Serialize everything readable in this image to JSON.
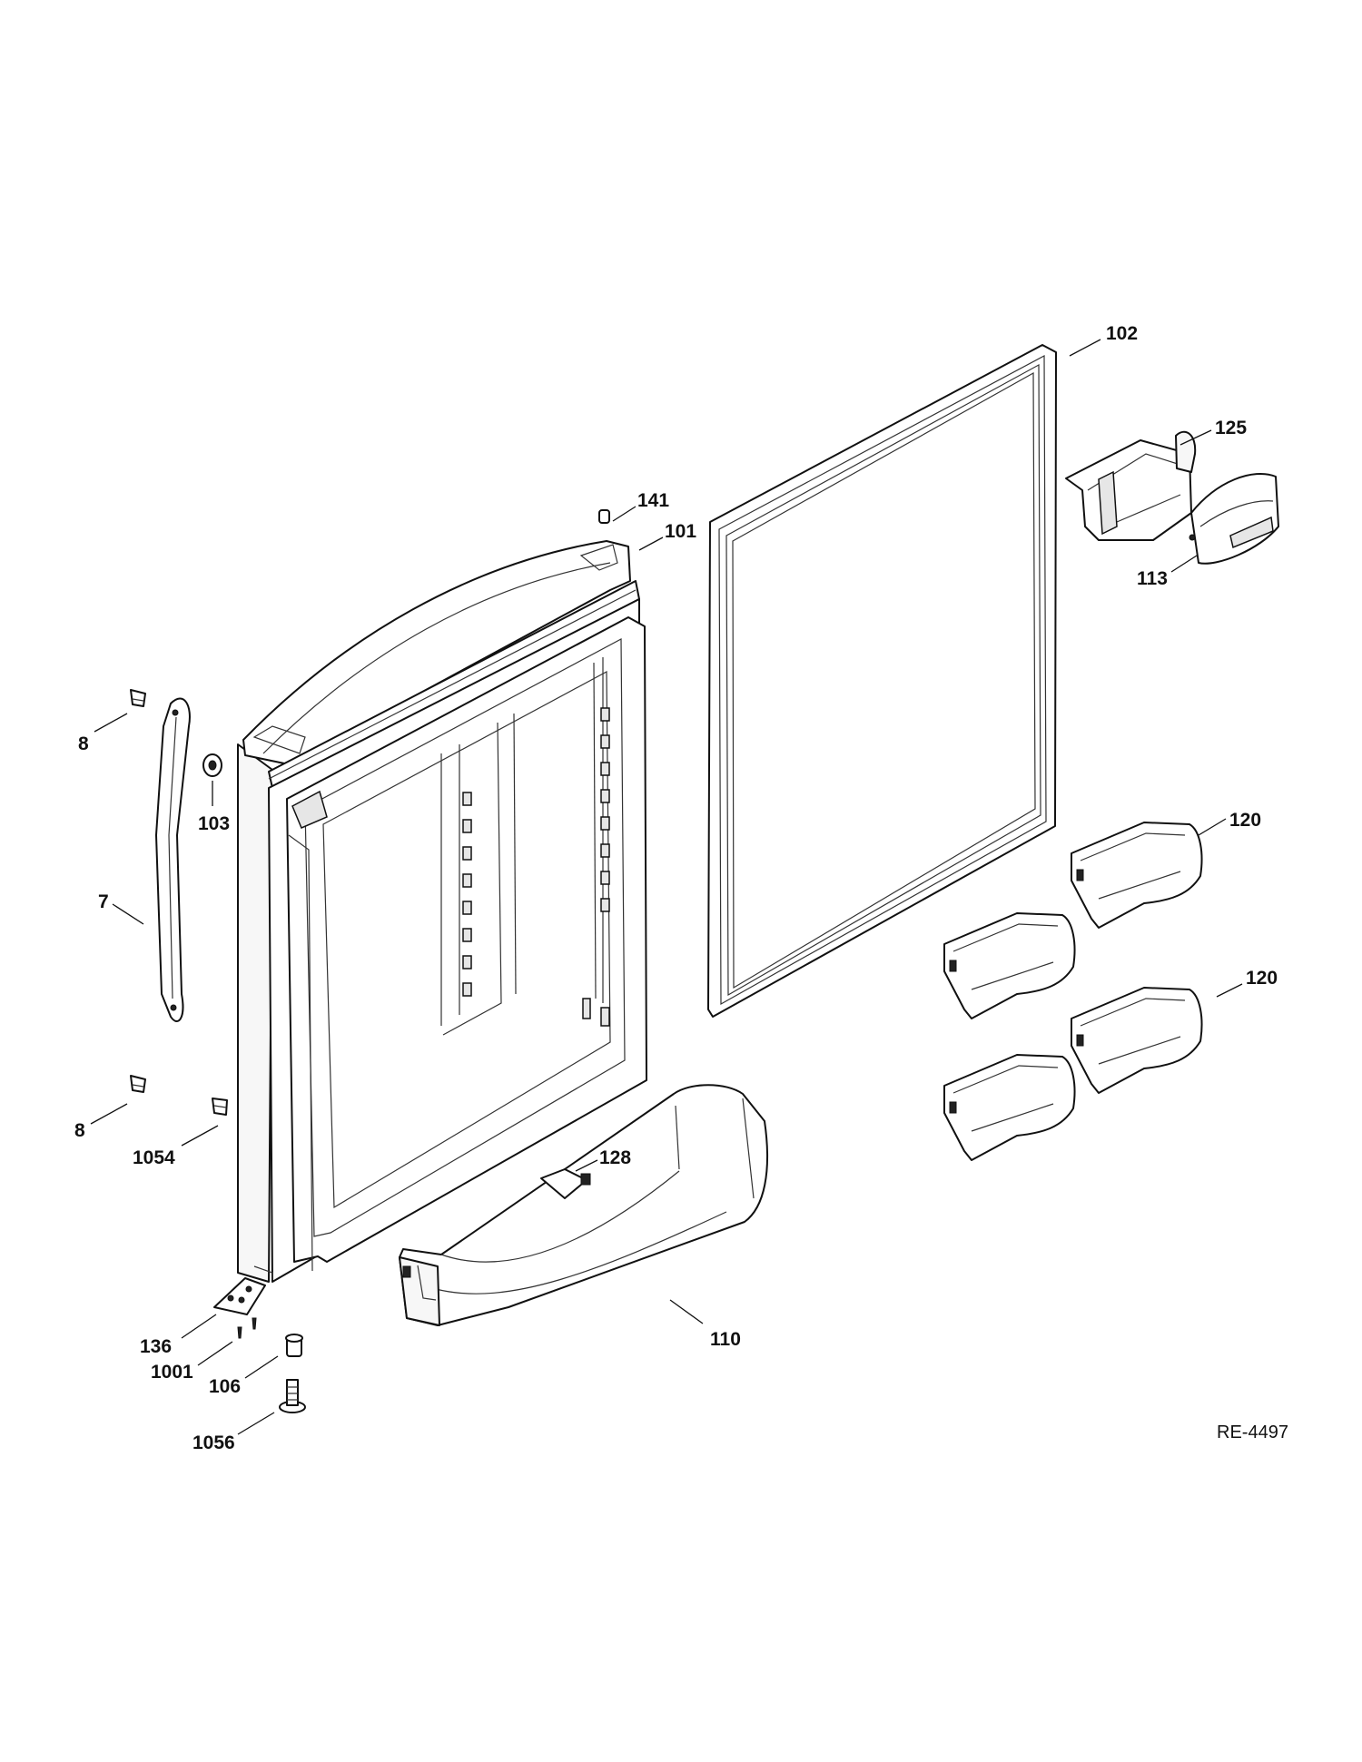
{
  "diagram": {
    "reference_code": "RE-4497",
    "callouts": {
      "c102": "102",
      "c125": "125",
      "c141": "141",
      "c101": "101",
      "c113": "113",
      "c8_top": "8",
      "c103": "103",
      "c120_top": "120",
      "c7": "7",
      "c120_mid": "120",
      "c8_bot": "8",
      "c1054": "1054",
      "c128": "128",
      "c136": "136",
      "c110": "110",
      "c1001": "1001",
      "c106": "106",
      "c1056": "1056"
    }
  }
}
